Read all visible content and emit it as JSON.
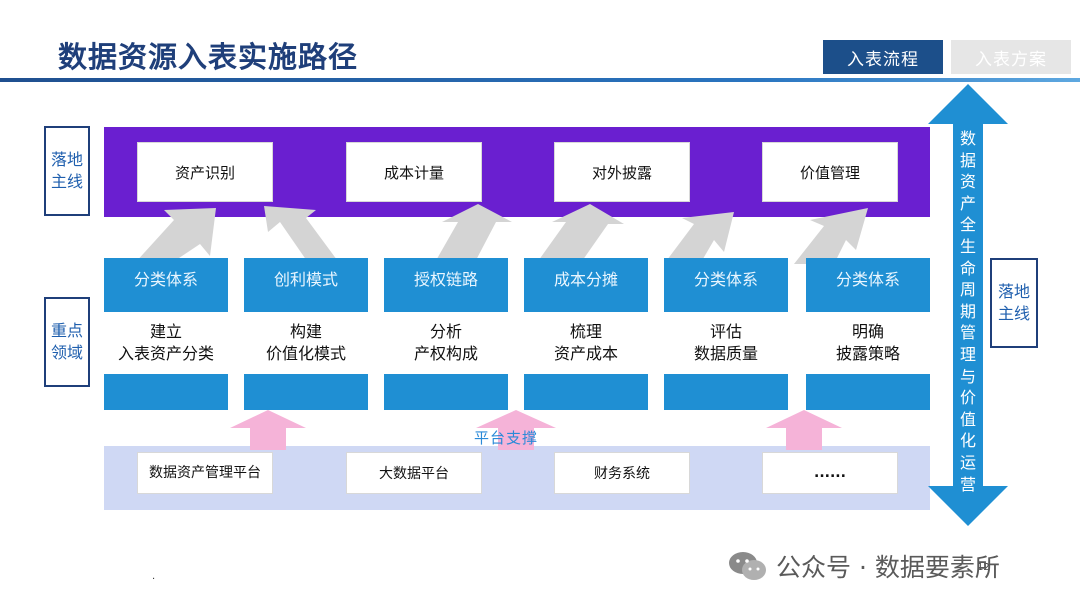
{
  "title": "数据资源入表实施路径",
  "tabs": [
    "入表流程",
    "入表方案"
  ],
  "left_labels": {
    "top": "落地主线",
    "middle": "重点领域"
  },
  "right_label": "落地主线",
  "vertical_arrow_text": "数据资产全生命周期管理与价值化运营",
  "top_boxes": [
    "资产识别",
    "成本计量",
    "对外披露",
    "价值管理"
  ],
  "columns": [
    {
      "head": "分类体系",
      "line1": "建立",
      "line2": "入表资产分类"
    },
    {
      "head": "创利模式",
      "line1": "构建",
      "line2": "价值化模式"
    },
    {
      "head": "授权链路",
      "line1": "分析",
      "line2": "产权构成"
    },
    {
      "head": "成本分摊",
      "line1": "梳理",
      "line2": "资产成本"
    },
    {
      "head": "分类体系",
      "line1": "评估",
      "line2": "数据质量"
    },
    {
      "head": "分类体系",
      "line1": "明确",
      "line2": "披露策略"
    }
  ],
  "platform_label": "平台支撑",
  "platform_boxes": [
    "数据资产管理平台",
    "大数据平台",
    "财务系统",
    "......"
  ],
  "watermark": "公众号 · 数据要素所",
  "page_number": "12",
  "colors": {
    "purple": "#6a1fd0",
    "blue": "#1f8fd3",
    "navy": "#1c4f8a",
    "pink": "#f5b3d8",
    "platform": "#cfd8f4"
  }
}
